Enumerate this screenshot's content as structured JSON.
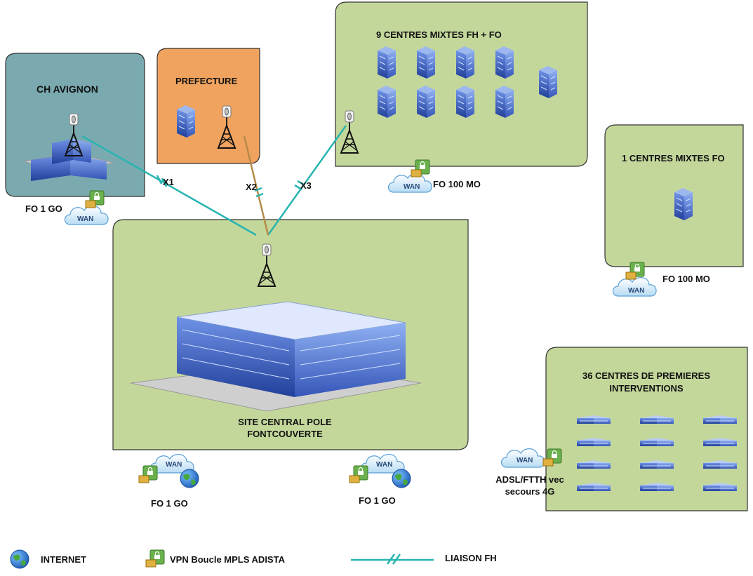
{
  "colors": {
    "green_zone": "#c4d79b",
    "teal_zone": "#7aaab0",
    "orange_zone": "#f0a35e",
    "link": "#28b4b0",
    "building": "#4f78d8"
  },
  "zones": {
    "ch_avignon": {
      "title": "CH AVIGNON",
      "bandwidth": "FO 1 GO"
    },
    "prefecture": {
      "title": "PREFECTURE"
    },
    "centres_fh_fo": {
      "title": "9 CENTRES MIXTES FH + FO",
      "bandwidth": "FO 100 MO"
    },
    "centres_fo": {
      "title": "1 CENTRES MIXTES FO",
      "bandwidth": "FO 100 MO"
    },
    "site_central": {
      "title_line1": "SITE CENTRAL POLE",
      "title_line2": "FONTCOUVERTE",
      "bandwidth_left": "FO 1 GO",
      "bandwidth_right": "FO 1 GO"
    },
    "cpi": {
      "title_line1": "36 CENTRES DE PREMIERES",
      "title_line2": "INTERVENTIONS",
      "access_line1": "ADSL/FTTH vec",
      "access_line2": "secours 4G"
    }
  },
  "links": {
    "x1": "X1",
    "x2": "X2",
    "x3": "X3"
  },
  "wan_label": "WAN",
  "vpn_label": "VPN",
  "legend": {
    "internet": "INTERNET",
    "vpn": "VPN Boucle MPLS ADISTA",
    "fh": "LIAISON FH"
  }
}
